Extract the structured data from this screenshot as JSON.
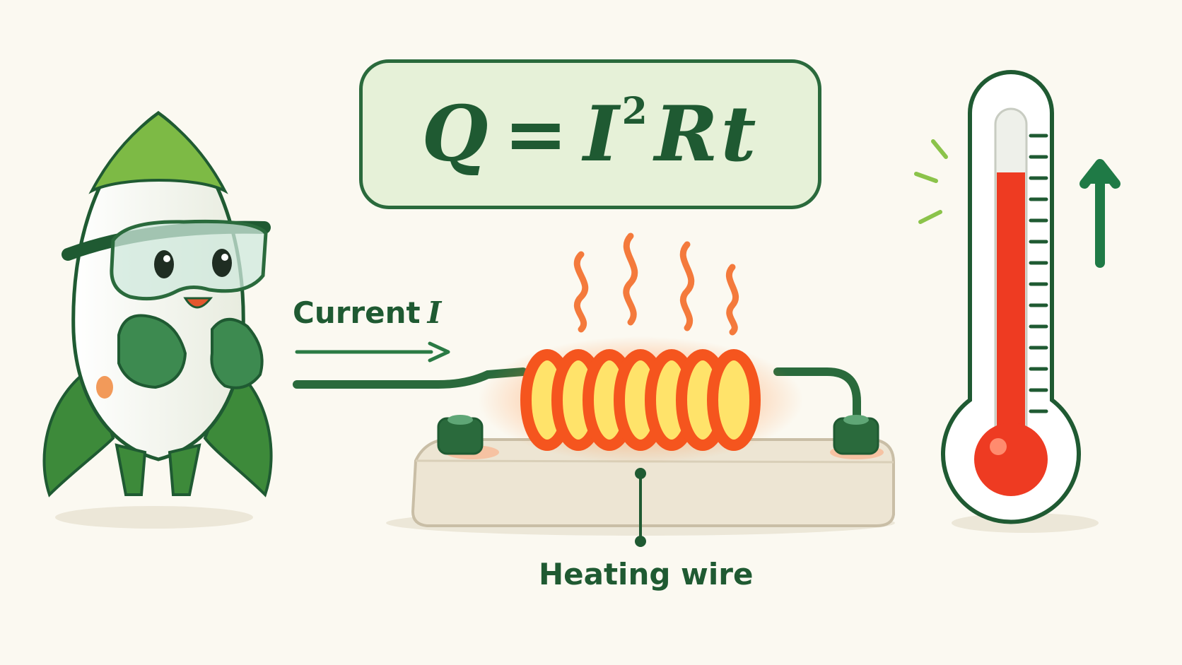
{
  "formula": {
    "q": "Q",
    "equals": "=",
    "i": "I",
    "exponent": "2",
    "r": "R",
    "t": "t"
  },
  "labels": {
    "current_text": "Current",
    "current_symbol": "I",
    "heating_wire": "Heating wire"
  },
  "colors": {
    "dark_green": "#1f5a32",
    "accent_green": "#2a7a44",
    "light_green": "#e6f1d8",
    "coil_orange": "#f5551e",
    "glow_yellow": "#ffe36a",
    "mercury_red": "#ee3b22",
    "flame_orange": "#f47a3c"
  },
  "icons": [
    "rocket-mascot-icon",
    "heat-wave-icon",
    "thermometer-icon",
    "up-arrow-icon",
    "current-arrow-icon",
    "coil-icon"
  ]
}
